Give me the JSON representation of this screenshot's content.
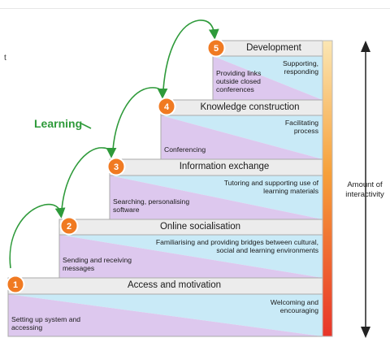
{
  "stray_text": "t",
  "learning_label": "Learning",
  "interactivity_label": "Amount of interactivity",
  "colors": {
    "learning_green": "#2e9a3a",
    "badge_orange": "#f07a22",
    "teacher_blue": "#c9eaf7",
    "student_purple": "#ddc8ee",
    "gradient_top": "#fbe6b3",
    "gradient_mid": "#f6a03a",
    "gradient_bottom": "#e8352a"
  },
  "stages": [
    {
      "number": "1",
      "title": "Access and motivation",
      "teacher": "Welcoming and encouraging",
      "student": "Setting up system and accessing"
    },
    {
      "number": "2",
      "title": "Online socialisation",
      "teacher": "Familiarising and providing bridges between cultural, social and learning environments",
      "student": "Sending and receiving messages"
    },
    {
      "number": "3",
      "title": "Information exchange",
      "teacher": "Tutoring and supporting use of learning materials",
      "student": "Searching, personalising software"
    },
    {
      "number": "4",
      "title": "Knowledge construction",
      "teacher": "Facilitating process",
      "student": "Conferencing"
    },
    {
      "number": "5",
      "title": "Development",
      "teacher": "Supporting, responding",
      "student": "Providing links outside closed conferences"
    }
  ]
}
